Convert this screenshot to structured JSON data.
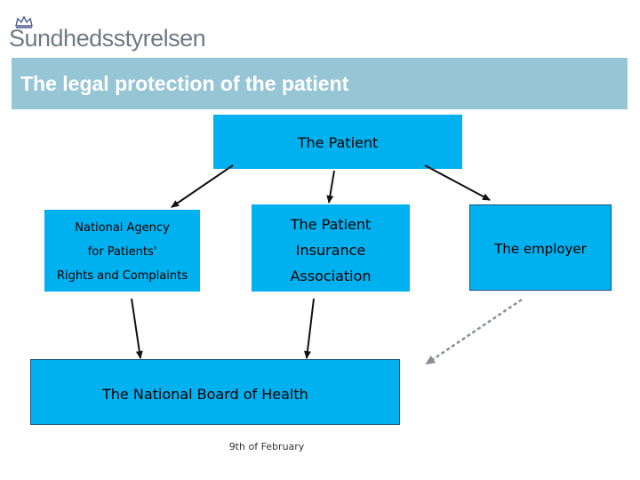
{
  "logo": {
    "text": "Sundhedsstyrelsen"
  },
  "title": "The legal protection of the patient",
  "nodes": {
    "patient": "The Patient",
    "agency": [
      "National Agency",
      "for Patients'",
      "Rights and Complaints"
    ],
    "insurance": [
      "The Patient",
      "Insurance",
      "Association"
    ],
    "employer": "The employer",
    "board": "The National Board of Health"
  },
  "footer": "9th of February",
  "colors": {
    "title_bar": "#96c6d6",
    "box_fill": "#00b1f0",
    "logo_text": "#6f7a86",
    "dashed_arrow": "#8a8f96"
  }
}
